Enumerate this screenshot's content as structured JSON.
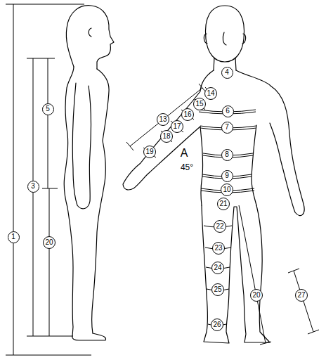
{
  "diagram": {
    "nodes": [
      {
        "text": [
          "1"
        ]
      },
      {
        "text": [
          "5"
        ]
      },
      {
        "text": [
          "3"
        ]
      },
      {
        "text": [
          "20"
        ]
      },
      {
        "text": [
          "4"
        ]
      },
      {
        "text": [
          "14"
        ]
      },
      {
        "text": [
          "15"
        ]
      },
      {
        "text": [
          "13"
        ]
      },
      {
        "text": [
          "16"
        ]
      },
      {
        "text": [
          "6"
        ]
      },
      {
        "text": [
          "17"
        ]
      },
      {
        "text": [
          "7"
        ]
      },
      {
        "text": [
          "18"
        ]
      },
      {
        "text": [
          "19"
        ]
      },
      {
        "text": [
          "8"
        ]
      },
      {
        "text": [
          "9"
        ]
      },
      {
        "text": [
          "10"
        ]
      },
      {
        "text": [
          "21"
        ]
      },
      {
        "text": [
          "22"
        ]
      },
      {
        "text": [
          "23"
        ]
      },
      {
        "text": [
          "24"
        ]
      },
      {
        "text": [
          "25"
        ]
      },
      {
        "text": [
          "20"
        ]
      },
      {
        "text": [
          "27"
        ]
      },
      {
        "text": [
          "26"
        ]
      }
    ],
    "labels": [
      "A",
      "45°"
    ]
  }
}
